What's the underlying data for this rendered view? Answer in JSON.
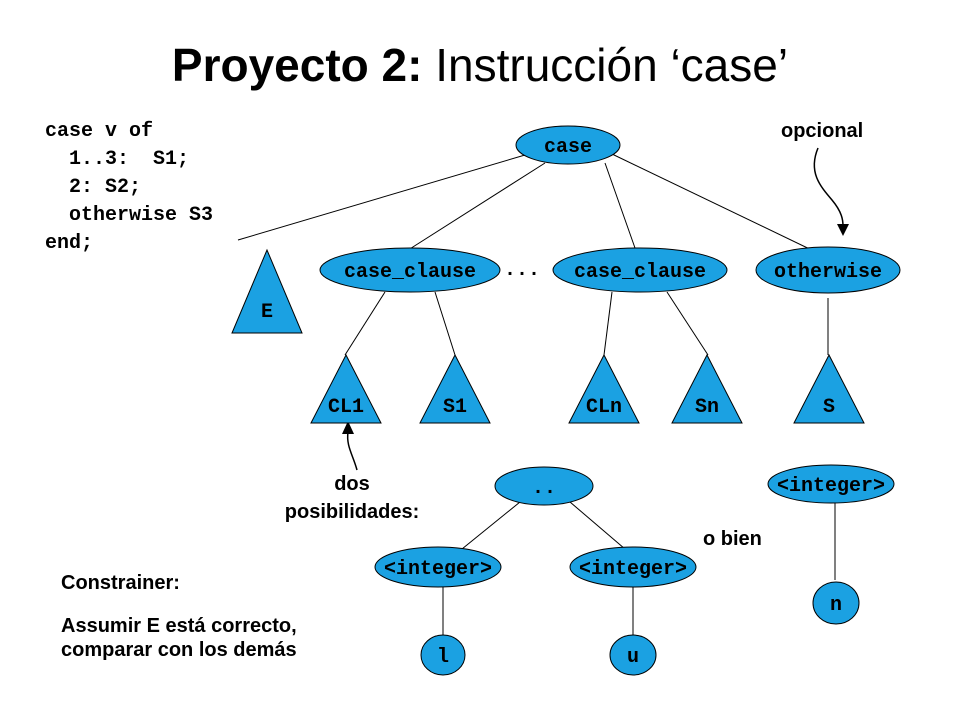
{
  "title": {
    "bold": "Proyecto 2:",
    "regular": " Instrucción ‘case’"
  },
  "code": "case v of\n  1..3:  S1;\n  2: S2;\n  otherwise S3\nend;",
  "nodes": {
    "case": "case",
    "case_clause_1": "case_clause",
    "ellipsis": "...",
    "case_clause_2": "case_clause",
    "otherwise": "otherwise",
    "e": "E",
    "cl1": "CL1",
    "s1": "S1",
    "cln": "CLn",
    "sn": "Sn",
    "s": "S",
    "range": "..",
    "integer_left": "<integer>",
    "integer_right": "<integer>",
    "integer_single": "<integer>",
    "l": "l",
    "u": "u",
    "n": "n"
  },
  "annotations": {
    "opcional": "opcional",
    "dos_line1": "dos",
    "dos_line2": "posibilidades:",
    "o_bien": "o bien",
    "constrainer_title": "Constrainer:",
    "constrainer_line1": "Assumir E está correcto,",
    "constrainer_line2": "comparar con los demás"
  },
  "colors": {
    "node_fill": "#1BA1E2",
    "stroke": "#000000"
  }
}
